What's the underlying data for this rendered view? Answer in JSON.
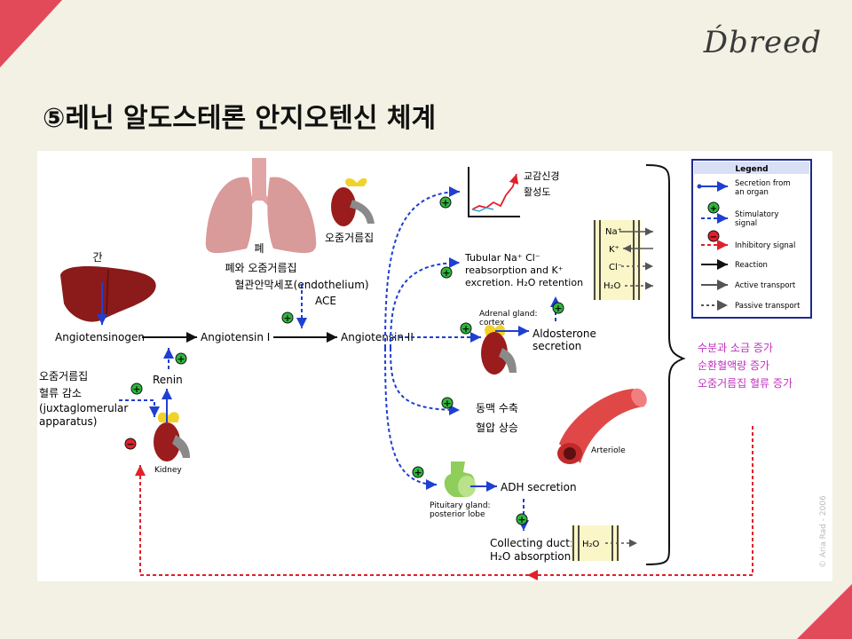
{
  "brand": "D́breed",
  "title": "⑤레닌 알도스테론 안지오텐신 체계",
  "diagram": {
    "organs": {
      "liver": "간",
      "lung": "폐",
      "lung_desc_1": "폐와 오줌거름집",
      "lung_desc_2": "혈관안막세포(endothelium)",
      "ace": "ACE",
      "adrenal_top": "오줌거름집",
      "kidney": "Kidney",
      "sympathetic_1": "교감신경",
      "sympathetic_2": "활성도",
      "adrenal_gland_1": "Adrenal gland:",
      "adrenal_gland_2": "cortex",
      "arteriole": "Arteriole",
      "pituitary_1": "Pituitary gland:",
      "pituitary_2": "posterior lobe"
    },
    "chain": {
      "angiotensinogen": "Angiotensinogen",
      "angiotensin1": "Angiotensin I",
      "angiotensin2": "Angiotensin II",
      "renin": "Renin"
    },
    "stimulus": {
      "line1": "오줌거름집",
      "line2": "혈류 감소",
      "line3": "(juxtaglomerular",
      "line4": "apparatus)"
    },
    "effects": {
      "tubular_1": "Tubular Na⁺ Cl⁻",
      "tubular_2": "reabsorption and K⁺",
      "tubular_3": "excretion. H₂O retention",
      "aldo_1": "Aldosterone",
      "aldo_2": "secretion",
      "vaso_1": "동맥 수축",
      "vaso_2": "혈압 상승",
      "adh": "ADH secretion",
      "collect_1": "Collecting duct:",
      "collect_2": "H₂O absorption"
    },
    "ions": [
      "Na⁺",
      "K⁺",
      "Cl⁻",
      "H₂O"
    ],
    "collect_ion": "H₂O",
    "results": [
      "수분과 소금 증가",
      "순환혈액량 증가",
      "오줌거름집 혈류 증가"
    ],
    "legend": {
      "title": "Legend",
      "items": [
        "Secretion from",
        "an organ",
        "Stimulatory",
        "signal",
        "Inhibitory signal",
        "Reaction",
        "Active transport",
        "Passive transport"
      ]
    },
    "copyright": "© Aria Rad - 2006",
    "signs": {
      "plus": "+",
      "minus": "−"
    },
    "colors": {
      "secretion": "#1f3fd1",
      "inhibitory": "#e0202a",
      "result_text": "#c030c0",
      "organ": "#8b1a1a"
    }
  }
}
